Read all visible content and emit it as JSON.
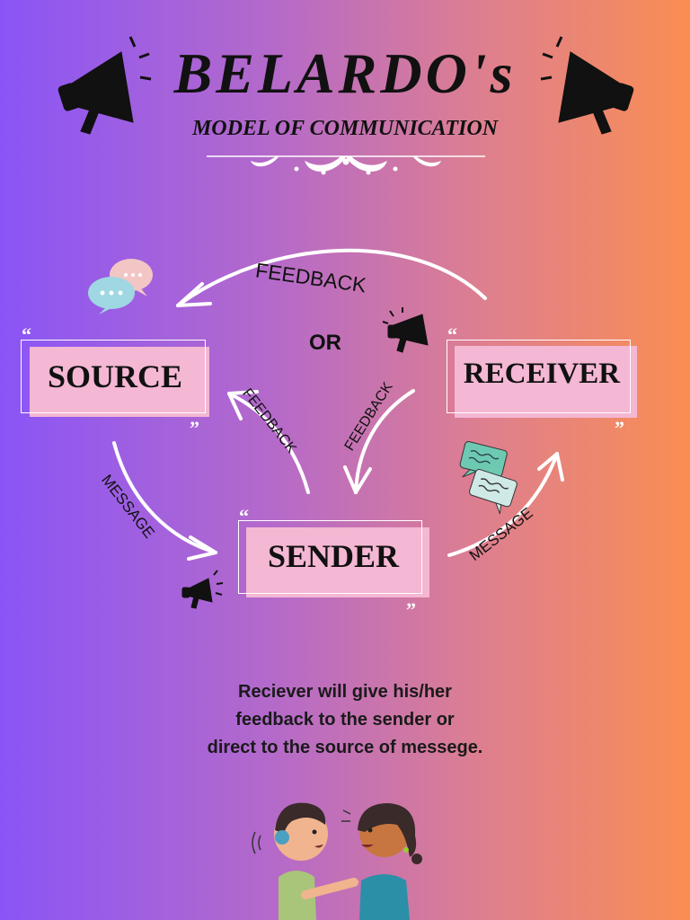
{
  "header": {
    "title": "BELARDO's",
    "subtitle": "MODEL OF COMMUNICATION"
  },
  "diagram": {
    "nodes": {
      "source": "SOURCE",
      "receiver": "RECEIVER",
      "sender": "SENDER"
    },
    "or_label": "OR",
    "edges": {
      "feedback_top": "FEEDBACK",
      "feedback_left": "FEEDBACK",
      "feedback_right": "FEEDBACK",
      "message_left": "MESSAGE",
      "message_right": "MESSAGE"
    },
    "quote_open": "“",
    "quote_close": "”"
  },
  "caption": {
    "line1": "Reciever will give his/her",
    "line2": "feedback to the sender or",
    "line3": "direct to the source of messege."
  },
  "colors": {
    "gradient_left": "#8a55f7",
    "gradient_right": "#fa8e52",
    "box_fill": "#f4b7d4",
    "text": "#111111"
  },
  "icons": [
    "megaphone-icon",
    "chat-bubbles-icon",
    "ornament-divider",
    "people-talking-illustration"
  ]
}
